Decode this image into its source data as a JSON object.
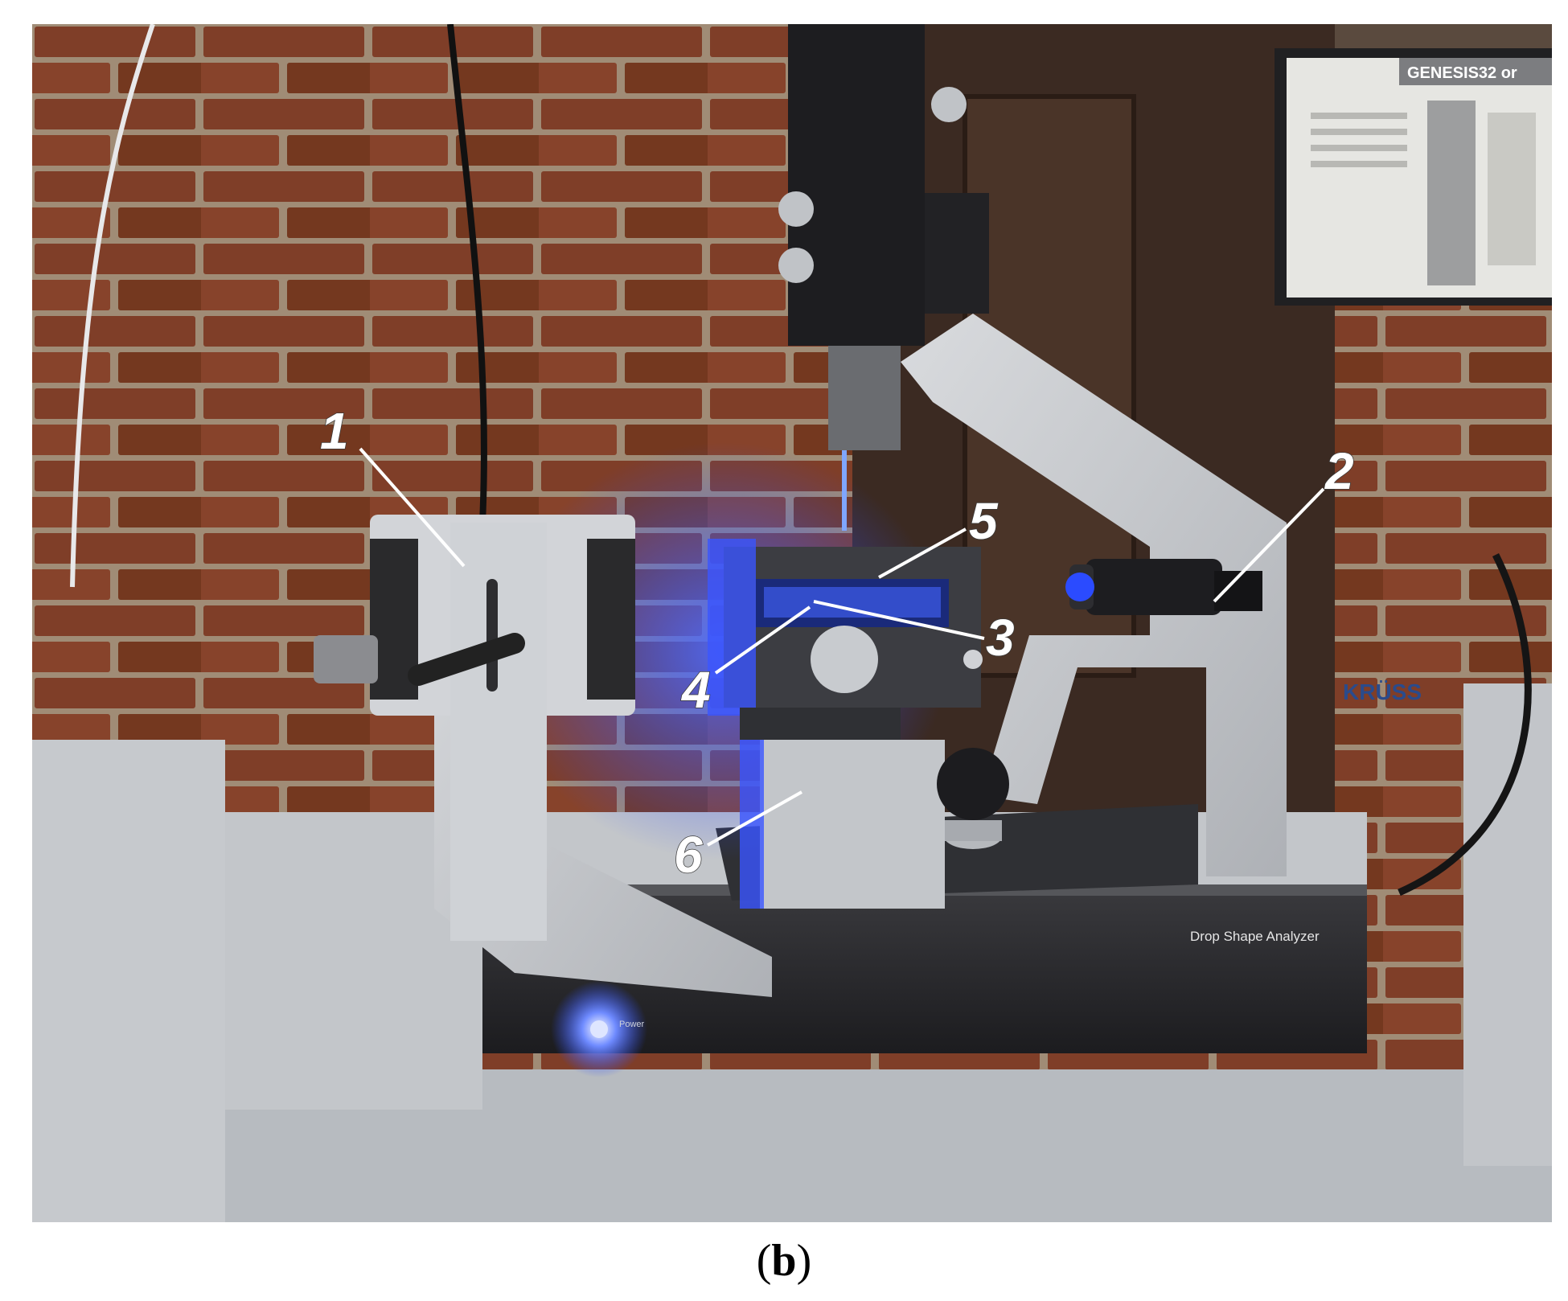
{
  "photo": {
    "callouts": [
      {
        "id": "1",
        "label": "1"
      },
      {
        "id": "2",
        "label": "2"
      },
      {
        "id": "3",
        "label": "3"
      },
      {
        "id": "4",
        "label": "4"
      },
      {
        "id": "5",
        "label": "5"
      },
      {
        "id": "6",
        "label": "6"
      }
    ],
    "device_text": {
      "brand": "KRÜSS",
      "model": "Drop Shape Analyzer",
      "power": "Power",
      "poster_title": "GENESIS32 or"
    }
  },
  "caption": {
    "open": "(",
    "letter": "b",
    "close": ")"
  },
  "colors": {
    "brick": "#7a3b26",
    "mortar": "#a89a86",
    "instrument_grey": "#c9ccd0",
    "instrument_dark": "#2b2b2e",
    "led_blue": "#2b4bff"
  }
}
